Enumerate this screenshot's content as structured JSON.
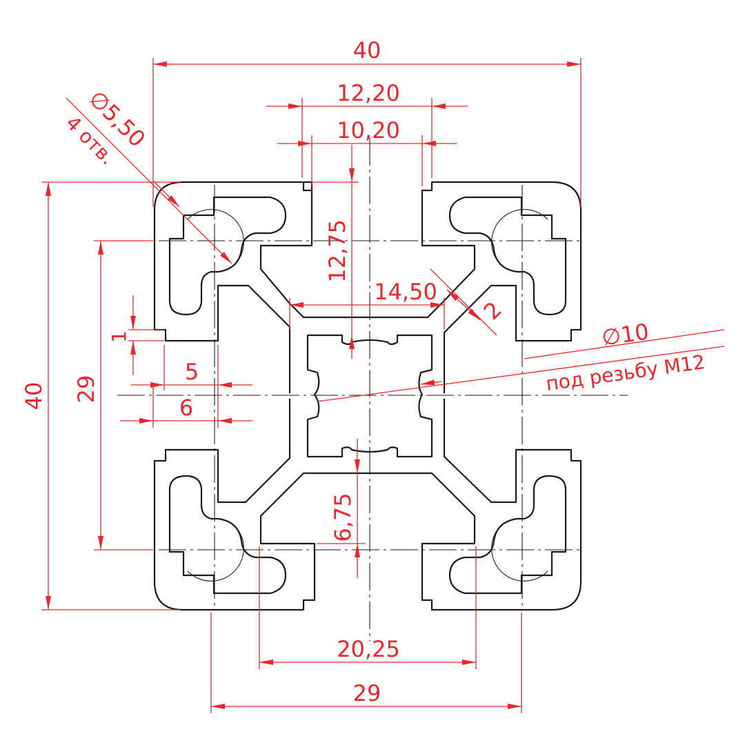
{
  "colors": {
    "dimension": "#e8262b",
    "outline": "#1a1a1a",
    "background": "#ffffff"
  },
  "dimensions": {
    "overall_width": "40",
    "overall_height": "40",
    "slot_outer": "12,20",
    "slot_inner": "10,20",
    "hole_dia": "∅5,50",
    "hole_count": "4 отв.",
    "slot_depth": "12,75",
    "core_width": "14,50",
    "wall": "2",
    "bore_dia": "∅10",
    "bore_note": "под резьбу М12",
    "lip": "1",
    "five": "5",
    "six": "6",
    "pitch_v": "29",
    "core_offset": "6,75",
    "inner_span": "20,25",
    "pitch_h": "29"
  }
}
